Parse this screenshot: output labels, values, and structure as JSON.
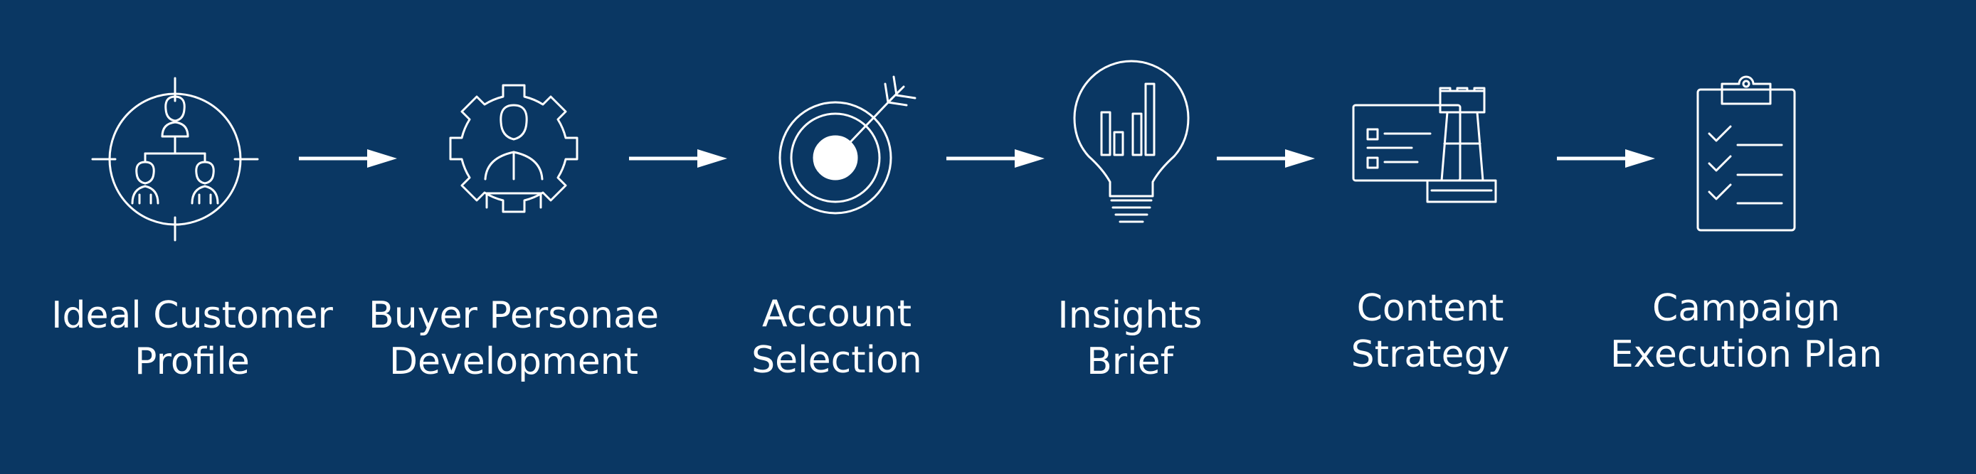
{
  "palette": {
    "background": "#0a3763",
    "foreground": "#ffffff"
  },
  "steps": [
    {
      "icon": "icp-target-people-icon",
      "label": [
        "Ideal Customer",
        "Profile"
      ]
    },
    {
      "icon": "persona-gear-icon",
      "label": [
        "Buyer Personae",
        "Development"
      ]
    },
    {
      "icon": "bullseye-dart-icon",
      "label": [
        "Account",
        "Selection"
      ]
    },
    {
      "icon": "lightbulb-chart-icon",
      "label": [
        "Insights",
        "Brief"
      ]
    },
    {
      "icon": "strategy-board-rook-icon",
      "label": [
        "Content",
        "Strategy"
      ]
    },
    {
      "icon": "clipboard-checklist-icon",
      "label": [
        "Campaign",
        "Execution Plan"
      ]
    }
  ]
}
